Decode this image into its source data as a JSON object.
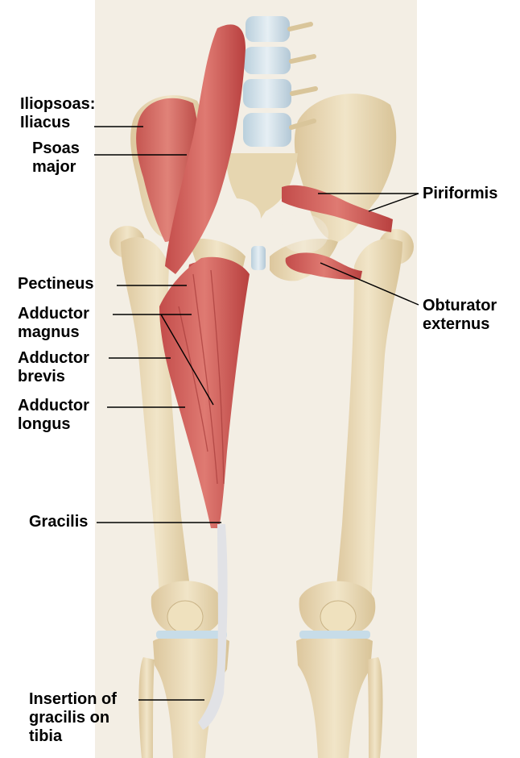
{
  "labels": {
    "iliopsoas": "Iliopsoas:",
    "iliacus": "Iliacus",
    "psoas_1": "Psoas",
    "psoas_2": "major",
    "piriformis": "Piriformis",
    "pectineus": "Pectineus",
    "obturator_1": "Obturator",
    "obturator_2": "externus",
    "add_magnus_1": "Adductor",
    "add_magnus_2": "magnus",
    "add_brevis_1": "Adductor",
    "add_brevis_2": "brevis",
    "add_longus_1": "Adductor",
    "add_longus_2": "longus",
    "gracilis": "Gracilis",
    "insertion_1": "Insertion of",
    "insertion_2": "gracilis on",
    "insertion_3": "tibia"
  },
  "colors": {
    "bone": "#eadcb8",
    "bone_shadow": "#d9c59a",
    "muscle": "#d2615e",
    "muscle_dark": "#b8403f",
    "tendon": "#e3e3e6",
    "spine": "#c9dbe6",
    "backdrop": "#f3eee4"
  }
}
